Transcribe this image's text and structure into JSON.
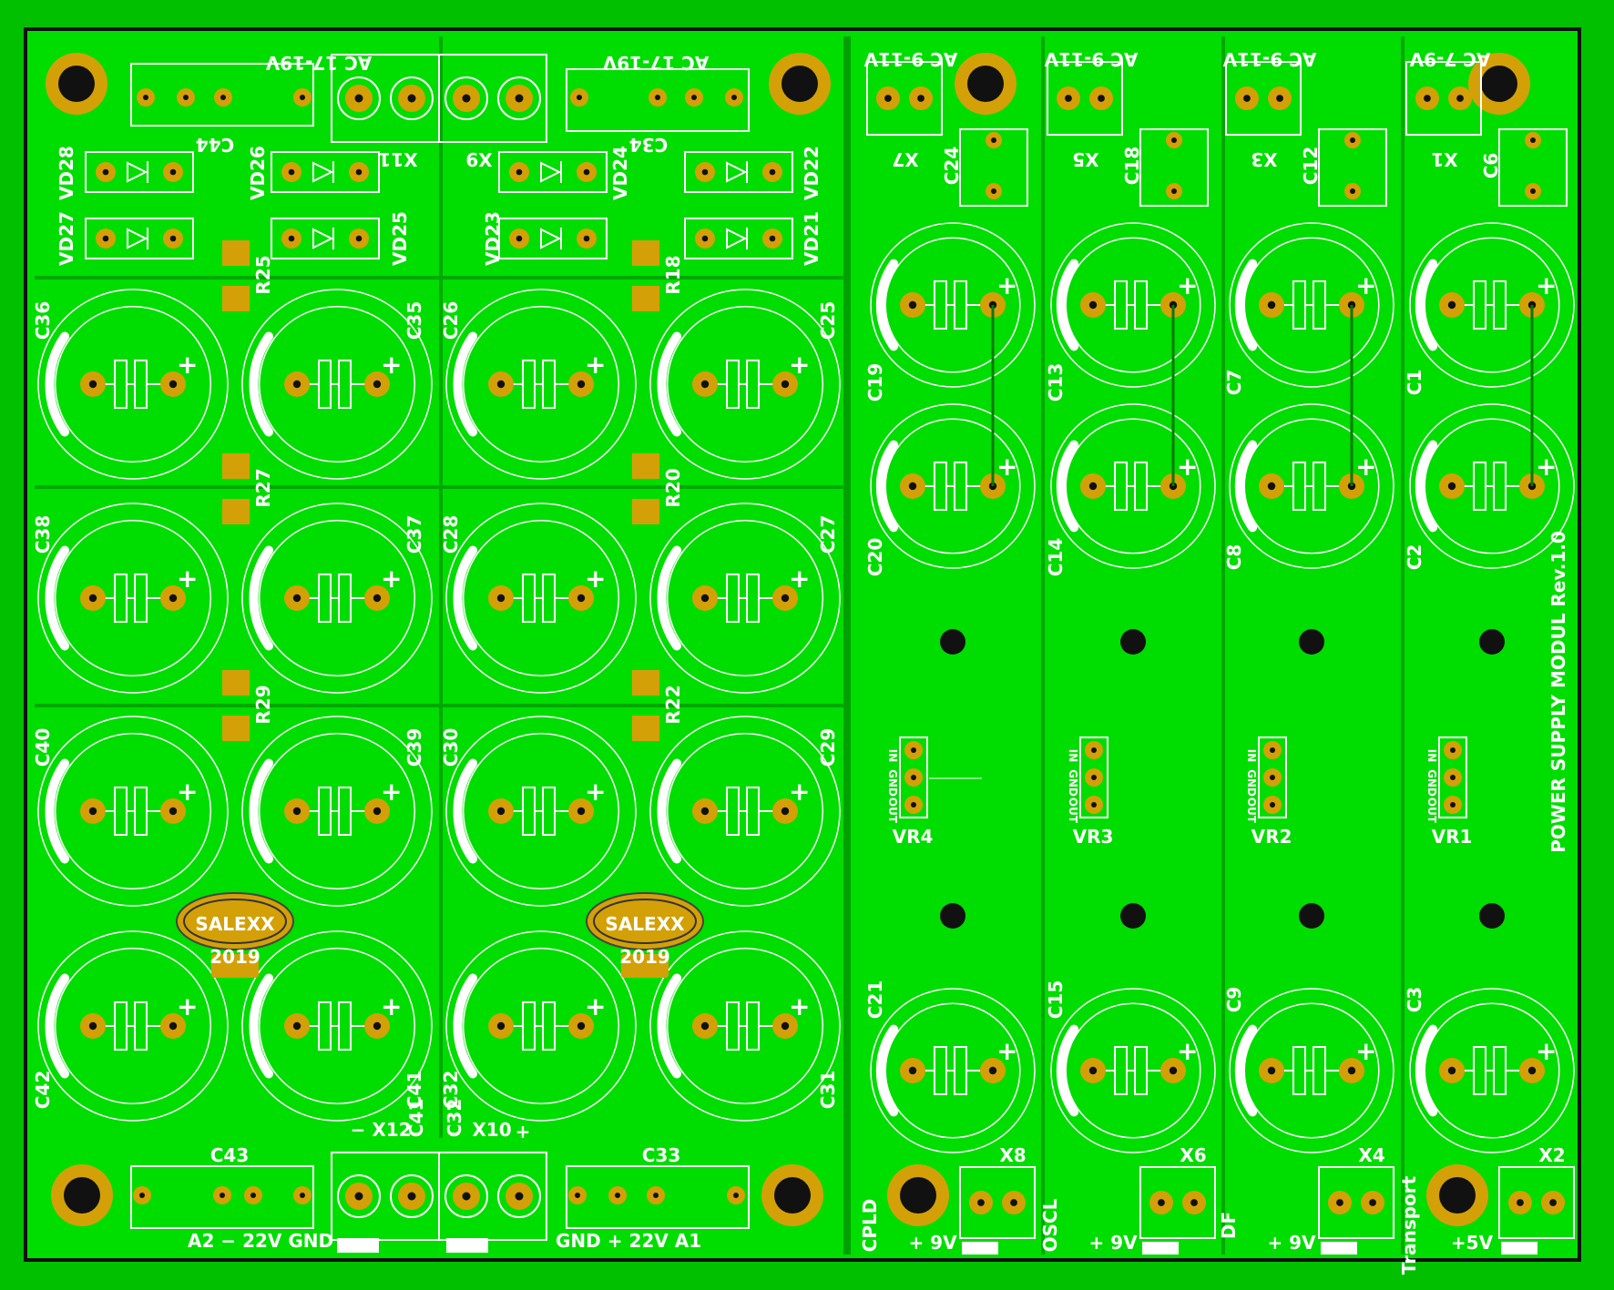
{
  "board": {
    "title": "POWER SUPPLY MODUL Rev.1.0",
    "logo_text": "SALEXX",
    "logo_year": "2019",
    "colors": {
      "background": "#00c000",
      "board": "#00dd00",
      "trace": "#00a800",
      "pad": "#d4a008",
      "hole": "#000000",
      "silk": "#ffffff",
      "title": "#e0d028"
    }
  },
  "left_section": {
    "ac_labels": [
      "AC 17-19V",
      "AC 17-19V"
    ],
    "top_caps": [
      "C44",
      "C34"
    ],
    "top_connectors": [
      "X11",
      "X9"
    ],
    "diodes": [
      "VD28",
      "VD26",
      "VD24",
      "VD22",
      "VD27",
      "VD25",
      "VD23",
      "VD21"
    ],
    "resistors": [
      "R25",
      "R18",
      "R27",
      "R20",
      "R29",
      "R22"
    ],
    "electrolytic_caps": [
      "C36",
      "C35",
      "C26",
      "C25",
      "C38",
      "C37",
      "C28",
      "C27",
      "C40",
      "C39",
      "C30",
      "C29",
      "C42",
      "C41",
      "C32",
      "C31"
    ],
    "bottom_caps": [
      "C43",
      "C33"
    ],
    "bottom_connectors": [
      "X12",
      "X10"
    ],
    "bottom_left_label": "A2  − 22V GND",
    "bottom_right_label": "GND + 22V  A1",
    "minus": "−",
    "plus": "+"
  },
  "channels": [
    {
      "ac": "AC 9-11V",
      "x_top": "X7",
      "c_small": "C24",
      "c_top": "C19",
      "c_mid": "C20",
      "c_bot": "C21",
      "vr": "VR4",
      "x_bot": "X8",
      "name": "CPLD",
      "volt": "+ 9V"
    },
    {
      "ac": "AC 9-11V",
      "x_top": "X5",
      "c_small": "C18",
      "c_top": "C13",
      "c_mid": "C14",
      "c_bot": "C15",
      "vr": "VR3",
      "x_bot": "X6",
      "name": "OSCL",
      "volt": "+ 9V"
    },
    {
      "ac": "AC 9-11V",
      "x_top": "X3",
      "c_small": "C12",
      "c_top": "C7",
      "c_mid": "C8",
      "c_bot": "C9",
      "vr": "VR2",
      "x_bot": "X4",
      "name": "DF",
      "volt": "+ 9V"
    },
    {
      "ac": "AC 7-9V",
      "x_top": "X1",
      "c_small": "C6",
      "c_top": "C1",
      "c_mid": "C2",
      "c_bot": "C3",
      "vr": "VR1",
      "x_bot": "X2",
      "name": "Transport",
      "volt": "+5V"
    }
  ],
  "vr_pin_labels": [
    "IN",
    "GND",
    "OUT"
  ]
}
